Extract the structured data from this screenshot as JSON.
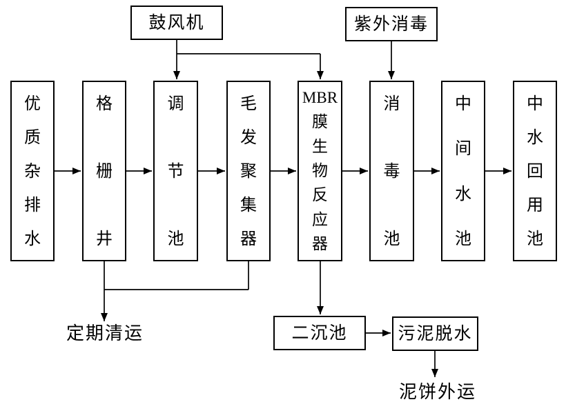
{
  "diagram": {
    "background_color": "#ffffff",
    "line_color": "#000000",
    "top_boxes": [
      {
        "label": "鼓风机"
      },
      {
        "label": "紫外消毒"
      }
    ],
    "process_boxes": [
      {
        "label": "优质杂排水",
        "lines": [
          "优",
          "质",
          "杂",
          "排",
          "水"
        ]
      },
      {
        "label": "格栅井",
        "lines": [
          "格",
          "栅",
          "井"
        ]
      },
      {
        "label": "调节池",
        "lines": [
          "调",
          "节",
          "池"
        ]
      },
      {
        "label": "毛发聚集器",
        "lines": [
          "毛",
          "发",
          "聚",
          "集",
          "器"
        ]
      },
      {
        "label": "MBR膜生物反应器",
        "lines": [
          "MBR",
          "膜",
          "生",
          "物",
          "反",
          "应",
          "器"
        ]
      },
      {
        "label": "消毒池",
        "lines": [
          "消",
          "毒",
          "池"
        ]
      },
      {
        "label": "中间水池",
        "lines": [
          "中",
          "间",
          "水",
          "池"
        ]
      },
      {
        "label": "中水回用池",
        "lines": [
          "中",
          "水",
          "回",
          "用",
          "池"
        ]
      }
    ],
    "bottom_boxes": [
      {
        "label": "二沉池"
      },
      {
        "label": "污泥脱水"
      }
    ],
    "float_labels": [
      {
        "label": "定期清运"
      },
      {
        "label": "泥饼外运"
      }
    ]
  }
}
